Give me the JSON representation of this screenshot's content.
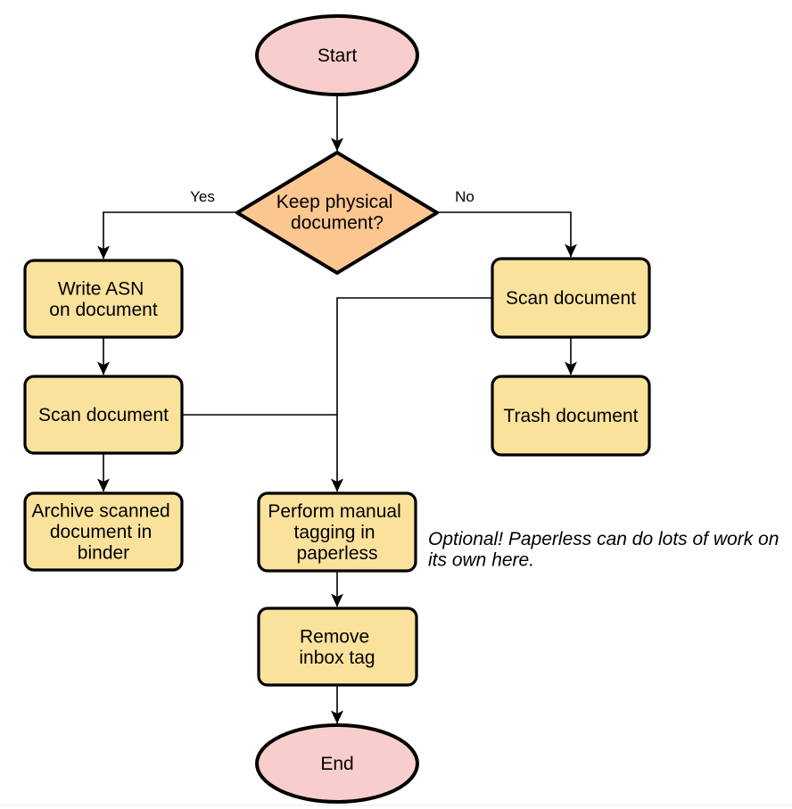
{
  "diagram": {
    "colors": {
      "terminal_fill": "#f8cecc",
      "decision_fill": "#fcc690",
      "process_fill": "#fbe29c",
      "line_stroke": "#000000",
      "divider": "#eef0f1"
    },
    "nodes": {
      "start": {
        "label": "Start"
      },
      "decision": {
        "lines": [
          "Keep physical",
          "document?"
        ]
      },
      "write_asn": {
        "lines": [
          "Write ASN",
          "on document"
        ]
      },
      "scan_left": {
        "label": "Scan document"
      },
      "archive": {
        "lines": [
          "Archive scanned",
          "document in",
          "binder"
        ]
      },
      "scan_right": {
        "label": "Scan document"
      },
      "trash": {
        "label": "Trash document"
      },
      "tagging": {
        "lines": [
          "Perform manual",
          "tagging in",
          "paperless"
        ]
      },
      "remove_inbox": {
        "lines": [
          "Remove",
          "inbox tag"
        ]
      },
      "end": {
        "label": "End"
      }
    },
    "edge_labels": {
      "yes": "Yes",
      "no": "No"
    },
    "annotation": {
      "lines": [
        "Optional! Paperless can do lots of work on",
        "its own here."
      ]
    }
  }
}
